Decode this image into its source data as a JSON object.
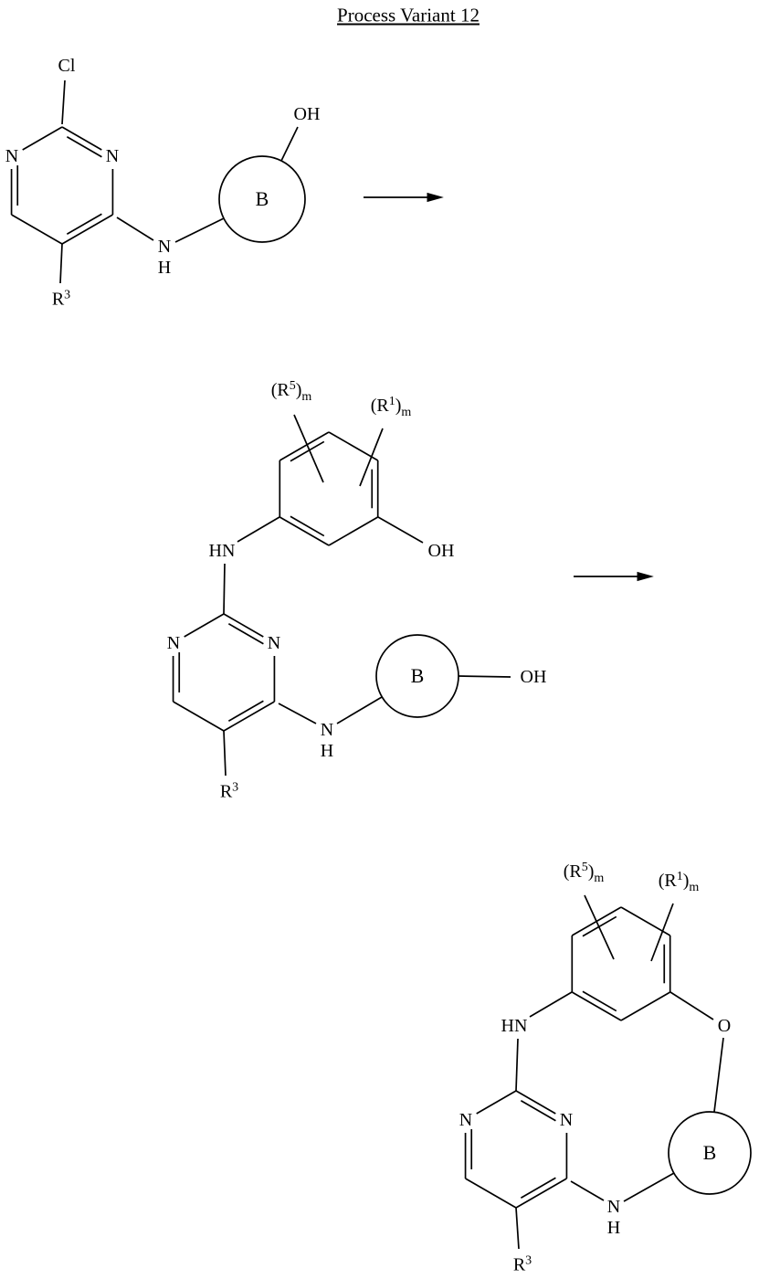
{
  "page": {
    "title": "Process Variant 12",
    "background_color": "#ffffff",
    "ink_color": "#000000"
  },
  "atoms": {
    "chlorine": "Cl",
    "nitrogen": "N",
    "hydrogen": "H",
    "oxygen": "O",
    "hydroxyl": "OH",
    "amine_hn": "HN",
    "sphere_b": "B"
  },
  "groups": {
    "r3": {
      "base": "R",
      "sup": "3"
    },
    "r5m": {
      "open": "(R",
      "sup": "5",
      "close": ")",
      "sub": "m"
    },
    "r1m": {
      "open": "(R",
      "sup": "1",
      "close": ")",
      "sub": "m"
    }
  }
}
